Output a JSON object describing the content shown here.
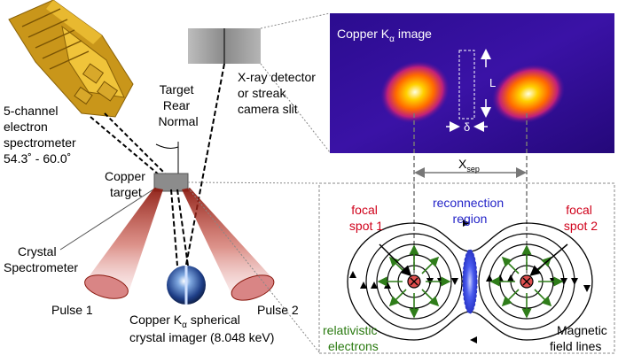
{
  "colors": {
    "pulse_beam": "#c0392b",
    "ellipse_fill": "#d98585",
    "electron_arrow": "#2f7d1a",
    "field_line": "#000000",
    "reconnection": "#2f3bd6",
    "focal_spot_label": "#d0021b",
    "reconnection_label": "#2424c8",
    "electron_label": "#2a7a10",
    "image_bg": "#2a0a8a"
  },
  "labels": {
    "spectrometer": [
      "5-channel",
      "electron",
      "spectrometer",
      "54.3˚  - 60.0˚"
    ],
    "target_normal": [
      "Target",
      "Rear",
      "Normal"
    ],
    "detector": [
      "X-ray detector",
      "or streak",
      "camera slit"
    ],
    "copper_target": [
      "Copper",
      "target"
    ],
    "crystal_spectrometer": [
      "Crystal",
      "Spectrometer"
    ],
    "pulse1": "Pulse 1",
    "pulse2": "Pulse 2",
    "imager": [
      "Copper K",
      "α",
      " spherical",
      "crystal imager (8.048 keV)"
    ],
    "image_title": [
      "Copper K",
      "α",
      " image"
    ],
    "length_symbol": "L",
    "delta_symbol": "δ",
    "xsep": [
      "X",
      "sep"
    ],
    "focal1": [
      "focal",
      "spot 1"
    ],
    "focal2": [
      "focal",
      "spot 2"
    ],
    "reconnection": [
      "reconnection",
      "region"
    ],
    "relativistic": [
      "relativistic",
      "electrons"
    ],
    "magnetic": [
      "Magnetic",
      "field lines"
    ]
  }
}
